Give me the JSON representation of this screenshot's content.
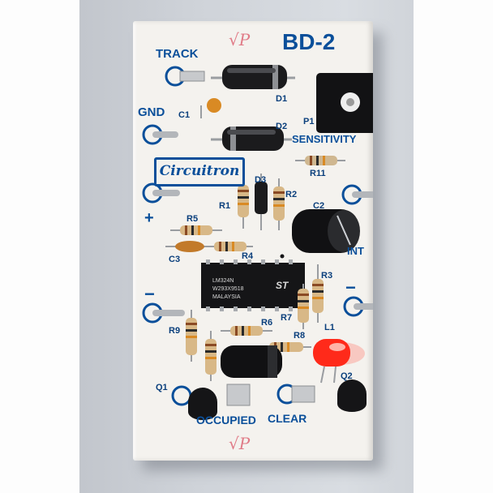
{
  "board": {
    "model": "BD-2",
    "brand": "Circuitron",
    "labels": {
      "track": "TRACK",
      "gnd": "GND",
      "sensitivity": "SENSITIVITY",
      "plus": "+",
      "minus_left": "−",
      "minus_right": "−",
      "int": "INT",
      "occupied": "OCCUPIED",
      "clear": "CLEAR"
    },
    "refs": {
      "d1": "D1",
      "d2": "D2",
      "d3": "D3",
      "c1": "C1",
      "c2": "C2",
      "c3": "C3",
      "p1": "P1",
      "r1": "R1",
      "r2": "R2",
      "r3": "R3",
      "r4": "R4",
      "r5": "R5",
      "r6": "R6",
      "r7": "R7",
      "r8": "R8",
      "r9": "R9",
      "r11": "R11",
      "l1": "L1",
      "q1": "Q1",
      "q2": "Q2"
    },
    "chip": {
      "line1": "LM324N",
      "line2": "W293X9518",
      "line3": "MALAYSIA",
      "logo": "ST"
    },
    "colors": {
      "silkscreen": "#0a4f9a",
      "board": "#f4f2ee",
      "led": "#ff2a1a"
    }
  }
}
